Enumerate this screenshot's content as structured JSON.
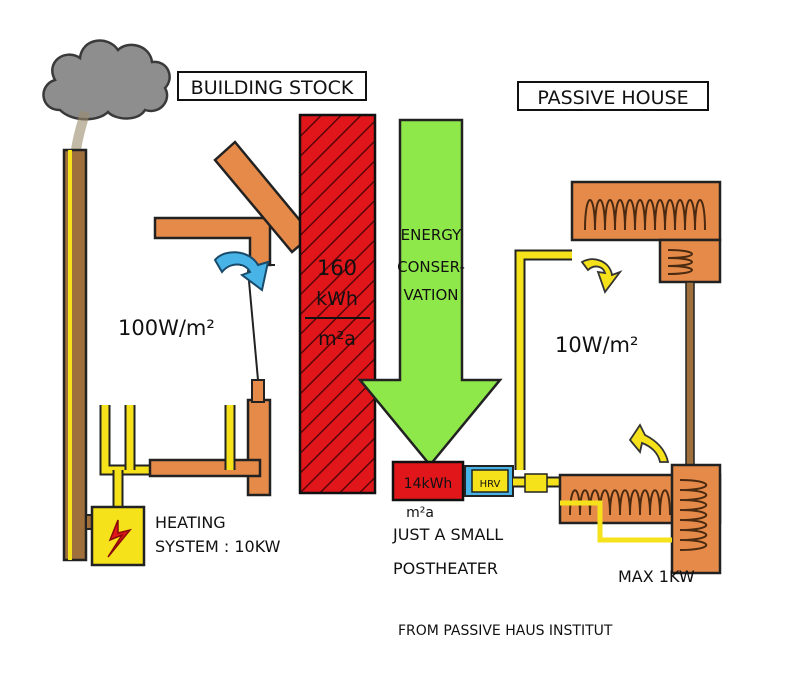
{
  "left_title": "BUILDING STOCK",
  "right_title": "PASSIVE HOUSE",
  "stock_bar": {
    "value": "160",
    "unit_top": "kWh",
    "unit_bottom": "m²a"
  },
  "arrow_label": {
    "line1": "ENERGY",
    "line2": "CONSER-",
    "line3": "VATION"
  },
  "passive_box": {
    "value": "14kWh",
    "unit": "m²a"
  },
  "hrv_label": "HRV",
  "left_heat_load": "100W/m²",
  "right_heat_load": "10W/m²",
  "heating_system": {
    "line1": "HEATING",
    "line2": "SYSTEM : 10kW"
  },
  "postheater": {
    "line1": "JUST A SMALL",
    "line2": "POSTHEATER"
  },
  "max_power": "MAX 1kW",
  "credit": "FROM PASSIVE HAUS INSTITUT",
  "colors": {
    "red": "#e0161b",
    "green": "#8ee84a",
    "orange": "#e68a4a",
    "yellow": "#f5e21a",
    "smoke": "#8e8e8e",
    "chimney": "#a0703c",
    "blue": "#47b3e6"
  }
}
